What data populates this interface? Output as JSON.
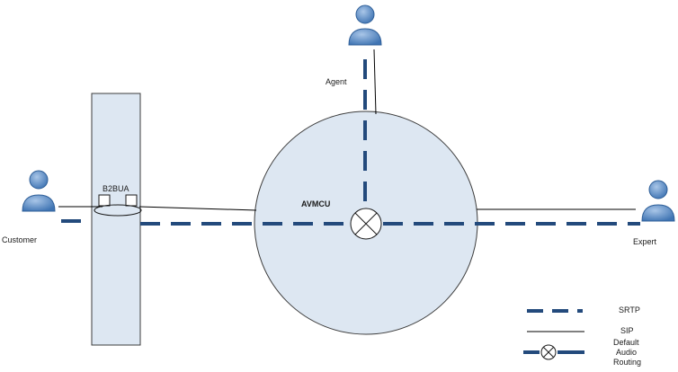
{
  "nodes": {
    "agent": {
      "label": "Agent",
      "icon": "person-icon"
    },
    "customer": {
      "label": "Customer",
      "icon": "person-icon"
    },
    "expert": {
      "label": "Expert",
      "icon": "person-icon"
    },
    "b2bua": {
      "label": "B2BUA"
    },
    "avmcu": {
      "label": "AVMCU"
    }
  },
  "legend": {
    "srtp": "SRTP",
    "sip": "SIP",
    "routing_lines": [
      "Default",
      "Audio",
      "Routing"
    ]
  },
  "colors": {
    "srtp_line": "#234a7c",
    "sip_line": "#000000",
    "shape_fill": "#dde7f2",
    "person_fill": "#5b8ec9",
    "person_highlight": "#a9c6e8"
  }
}
